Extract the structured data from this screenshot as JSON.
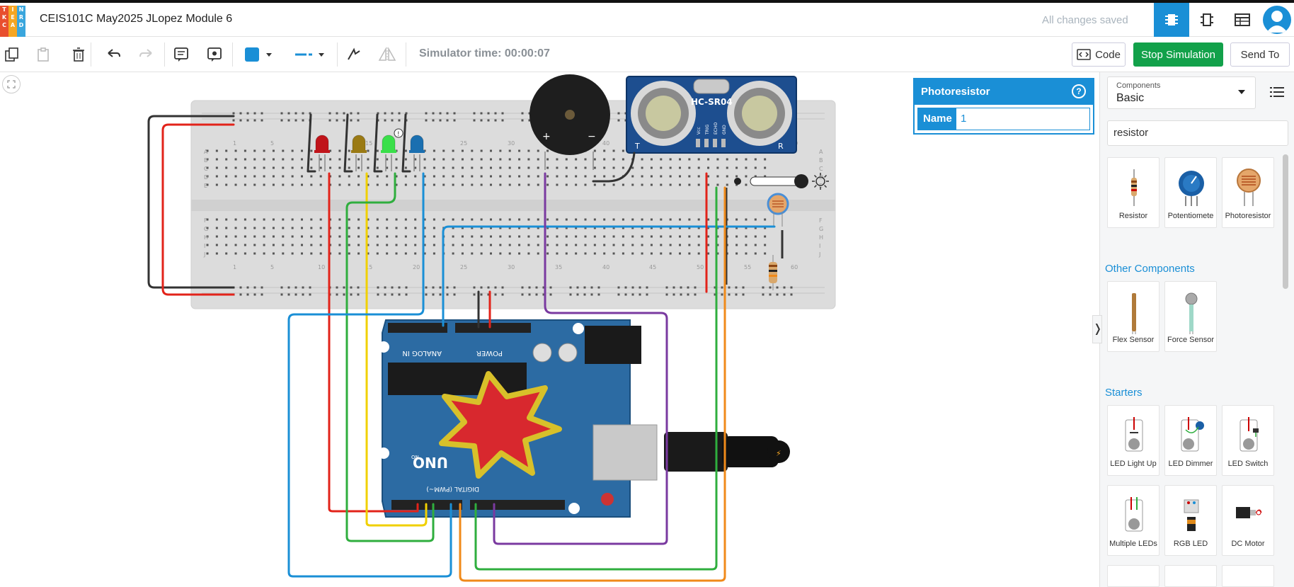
{
  "app": {
    "logo_letters": [
      "T",
      "I",
      "N",
      "K",
      "E",
      "R",
      "C",
      "A",
      "D",
      "",
      "",
      ""
    ],
    "logo_colors": [
      "#e84f2f",
      "#f5a623",
      "#3aa6dd",
      "#e84f2f",
      "#f5a623",
      "#3aa6dd",
      "#e84f2f",
      "#f5a623",
      "#3aa6dd",
      "#e84f2f",
      "#f5a623",
      "#3aa6dd"
    ],
    "title": "CEIS101C May2025 JLopez Module 6",
    "save_status": "All changes saved",
    "accent": "#1a8fd6"
  },
  "toolbar": {
    "simulator_time": "Simulator time: 00:00:07",
    "code_label": "Code",
    "stop_label": "Stop Simulation",
    "send_label": "Send To",
    "fill_color": "#1a8fd6"
  },
  "properties": {
    "title": "Photoresistor",
    "help": "?",
    "name_label": "Name",
    "name_value": "1"
  },
  "library": {
    "category_small": "Components",
    "category": "Basic",
    "search_value": "resistor",
    "tiles": [
      {
        "label": "Resistor",
        "icon": "resistor-icon"
      },
      {
        "label": "Potentiomete",
        "icon": "potentiometer-icon"
      },
      {
        "label": "Photoresistor",
        "icon": "photoresistor-icon"
      }
    ],
    "other_title": "Other Components",
    "other_tiles": [
      {
        "label": "Flex Sensor",
        "icon": "flex-sensor-icon"
      },
      {
        "label": "Force Sensor",
        "icon": "force-sensor-icon"
      }
    ],
    "starters_title": "Starters",
    "starter_tiles": [
      {
        "label": "LED Light Up",
        "icon": "led-light-up-icon"
      },
      {
        "label": "LED Dimmer",
        "icon": "led-dimmer-icon"
      },
      {
        "label": "LED Switch",
        "icon": "led-switch-icon"
      },
      {
        "label": "Multiple LEDs",
        "icon": "multiple-leds-icon"
      },
      {
        "label": "RGB LED",
        "icon": "rgb-led-icon"
      },
      {
        "label": "DC Motor",
        "icon": "dc-motor-icon"
      }
    ]
  },
  "circuit": {
    "sensor_label": "HC-SR04",
    "sensor_pins": [
      "Vcc",
      "TRIG",
      "ECHO",
      "GND"
    ],
    "sensor_corners": [
      "T",
      "R"
    ],
    "board_name": "UNO",
    "analog_label": "ANALOG IN",
    "power_label": "POWER",
    "digital_label": "DIGITAL (PWM~)",
    "row_letters_top": [
      "A",
      "B",
      "C",
      "D",
      "E"
    ],
    "row_letters_bottom": [
      "F",
      "G",
      "H",
      "I",
      "J"
    ],
    "column_numbers": [
      "1",
      "5",
      "10",
      "15",
      "20",
      "25",
      "30",
      "35",
      "40",
      "45",
      "50",
      "55",
      "60"
    ],
    "buzzer_plus": "+",
    "buzzer_minus": "−",
    "on_label": "ON",
    "led_colors": [
      "#c0141a",
      "#9a7a14",
      "#3adf4a",
      "#1a6fb0"
    ],
    "wire_colors": {
      "black": "#333333",
      "red": "#e2231a",
      "yellow": "#f0d000",
      "green": "#2fae3e",
      "blue": "#1a8fd6",
      "purple": "#7a3aa0",
      "orange": "#f08a1a"
    }
  }
}
